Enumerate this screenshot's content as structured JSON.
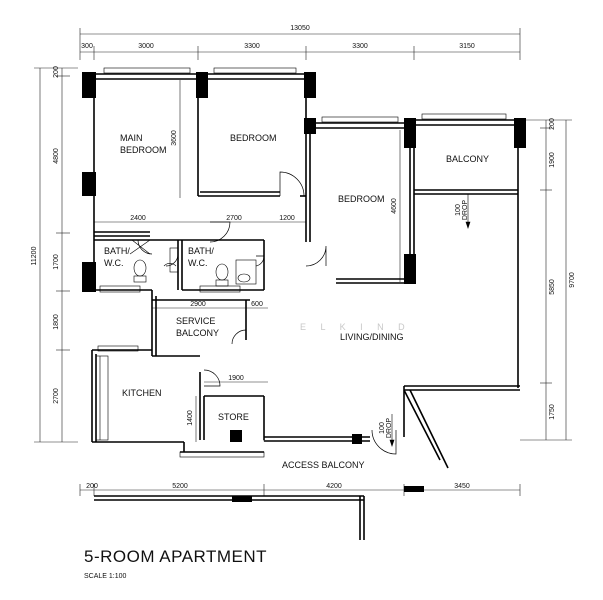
{
  "title": "5-ROOM APARTMENT",
  "scale": "SCALE   1:100",
  "watermark": "E L   K I N D",
  "rooms": {
    "main_bedroom_1": "MAIN",
    "main_bedroom_2": "BEDROOM",
    "bedroom_a": "BEDROOM",
    "bedroom_b": "BEDROOM",
    "balcony": "BALCONY",
    "bath1_1": "BATH/",
    "bath1_2": "W.C.",
    "bath2_1": "BATH/",
    "bath2_2": "W.C.",
    "service_balcony_1": "SERVICE",
    "service_balcony_2": "BALCONY",
    "living_dining": "LIVING/DINING",
    "kitchen": "KITCHEN",
    "store": "STORE",
    "access_balcony": "ACCESS BALCONY"
  },
  "notes": {
    "drop_a_1": "100",
    "drop_a_2": "DROP",
    "drop_b_1": "100",
    "drop_b_2": "DROP"
  },
  "dimensions": {
    "overall_top": "13050",
    "top_1": "300",
    "top_2": "3000",
    "top_3": "3300",
    "top_4": "3300",
    "top_5": "3150",
    "left_overall": "11200",
    "left_1": "200",
    "left_2": "4800",
    "left_3": "1700",
    "left_4": "1800",
    "left_5": "2700",
    "right_overall": "9700",
    "right_1": "200",
    "right_2": "1900",
    "right_3": "5850",
    "right_4": "1750",
    "bottom_1": "200",
    "bottom_2": "5200",
    "bottom_3": "4200",
    "bottom_4": "3450",
    "int_3600": "3600",
    "int_2400": "2400",
    "int_2700": "2700",
    "int_1200": "1200",
    "int_4600": "4600",
    "int_2900": "2900",
    "int_600": "600",
    "int_1900": "1900",
    "int_1400": "1400"
  }
}
